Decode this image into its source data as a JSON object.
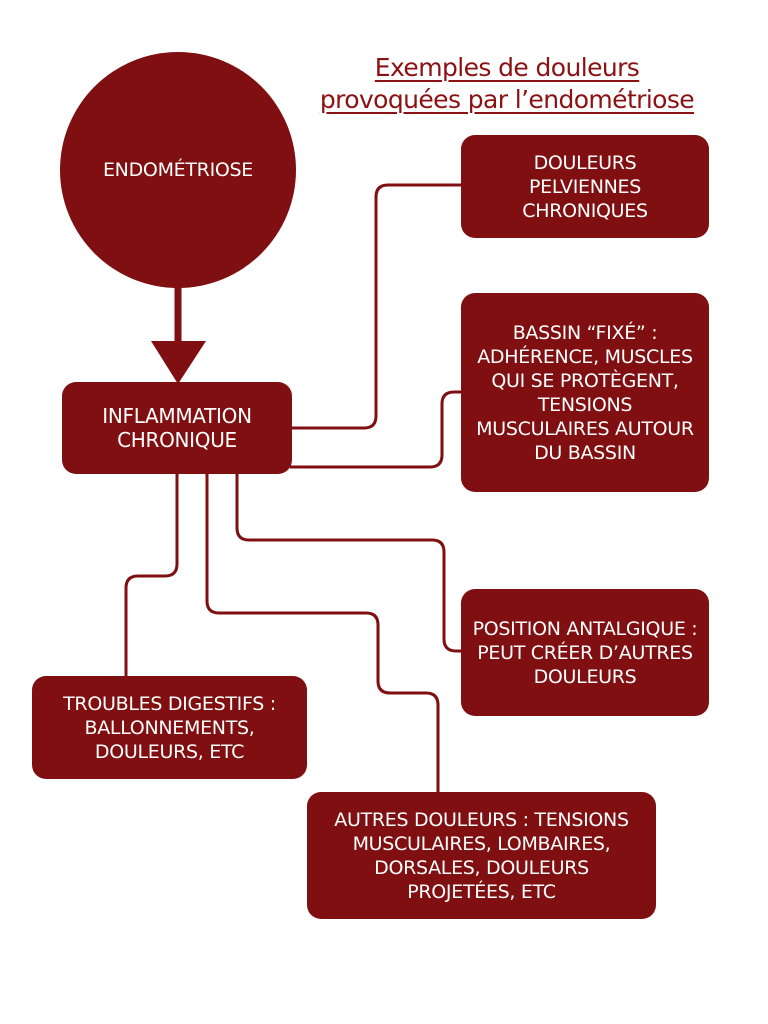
{
  "title": {
    "line1": "Exemples de douleurs",
    "line2": "provoquées par l’endométriose"
  },
  "nodes": {
    "endometriose": "ENDOMÉTRIOSE",
    "inflammation": "INFLAMMATION CHRONIQUE",
    "pelviennes": "DOULEURS PELVIENNES CHRONIQUES",
    "bassin": "BASSIN “FIXÉ” : ADHÉRENCE, MUSCLES QUI SE PROTÈGENT, TENSIONS MUSCULAIRES AUTOUR DU BASSIN",
    "antalgique": "POSITION ANTALGIQUE : PEUT CRÉER D’AUTRES DOULEURS",
    "digestifs": "TROUBLES DIGESTIFS : BALLONNEMENTS, DOULEURS, ETC",
    "autres": "AUTRES DOULEURS : TENSIONS MUSCULAIRES, LOMBAIRES, DORSALES, DOULEURS PROJETÉES, ETC"
  },
  "colors": {
    "box": "#7f0f10",
    "title": "#8b1113",
    "text": "#ffffff"
  }
}
